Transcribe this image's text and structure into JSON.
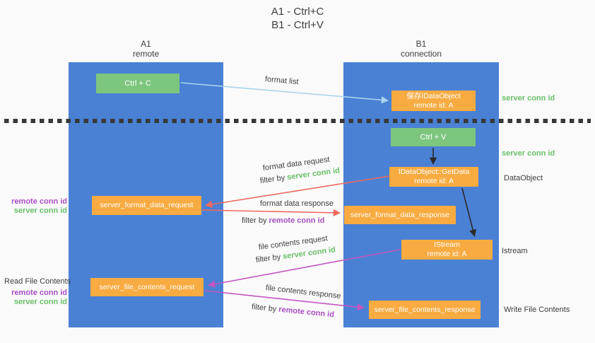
{
  "title": {
    "line1": "A1 - Ctrl+C",
    "line2": "B1 - Ctrl+V"
  },
  "lanes": {
    "a1": {
      "title": "A1",
      "subtitle": "remote"
    },
    "b1": {
      "title": "B1",
      "subtitle": "connection"
    }
  },
  "nodes": {
    "ctrl_c": {
      "label": "Ctrl + C"
    },
    "ctrl_v": {
      "label": "Ctrl + V"
    },
    "save_idataobject": {
      "line1": "保存IDataObject",
      "line2": "remote id: A"
    },
    "idataobject_getdata": {
      "line1": "IDataObject::GetData",
      "line2": "remote id: A"
    },
    "istream": {
      "line1": "IStream",
      "line2": "remote id: A"
    },
    "server_format_data_request": {
      "label": "server_format_data_request"
    },
    "server_format_data_response": {
      "label": "server_format_data_response"
    },
    "server_file_contents_request": {
      "label": "server_file_contents_request"
    },
    "server_file_contents_response": {
      "label": "server_file_contents_response"
    }
  },
  "arrow_labels": {
    "format_list": "format list",
    "format_data_request": "format data request",
    "format_data_response": "format data response",
    "file_contents_request": "file contents request",
    "file_contents_response": "file contents response",
    "filter_by": "filter by "
  },
  "side_labels": {
    "server_conn_id": "server conn id",
    "remote_conn_id": "remote conn id",
    "dataobject": "DataObject",
    "istream": "Istream",
    "read_file_contents": "Read File Contents",
    "write_file_contents": "Write File Contents"
  },
  "colors": {
    "lane_blue": "#4a81d4",
    "node_green": "#7dc67e",
    "node_orange": "#f8ab41",
    "server_conn_green": "#6abf69",
    "remote_conn_purple": "#a94fc4",
    "arrow_red": "#ed6a5e",
    "arrow_magenta": "#c156c1",
    "arrow_light_blue": "#a9d3ee",
    "arrow_black": "#2b2b2b",
    "background": "#fafafa"
  }
}
